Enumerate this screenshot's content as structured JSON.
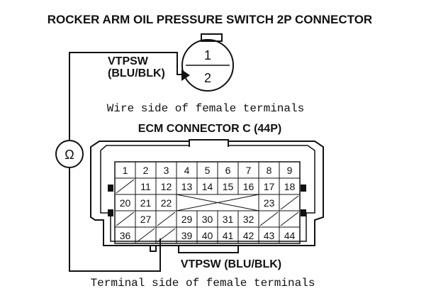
{
  "title": "ROCKER ARM OIL PRESSURE SWITCH 2P CONNECTOR",
  "switch_connector": {
    "signal_name": "VTPSW",
    "wire_color": "(BLU/BLK)",
    "pins": [
      "1",
      "2"
    ],
    "view_note": "Wire side of female terminals"
  },
  "meter_symbol": "Ω",
  "ecm_connector": {
    "title": "ECM CONNECTOR C (44P)",
    "rows": [
      [
        "1",
        "2",
        "3",
        "4",
        "5",
        "6",
        "7",
        "8",
        "9"
      ],
      [
        "",
        "11",
        "12",
        "13",
        "14",
        "15",
        "16",
        "17",
        "18"
      ],
      [
        "20",
        "21",
        "22",
        "",
        "",
        "",
        "",
        "23",
        ""
      ],
      [
        "",
        "27",
        "",
        "29",
        "30",
        "31",
        "32",
        "",
        ""
      ],
      [
        "36",
        "",
        "",
        "39",
        "40",
        "41",
        "42",
        "43",
        "44"
      ]
    ],
    "bottom_label": "VTPSW (BLU/BLK)",
    "view_note": "Terminal side of female terminals"
  }
}
